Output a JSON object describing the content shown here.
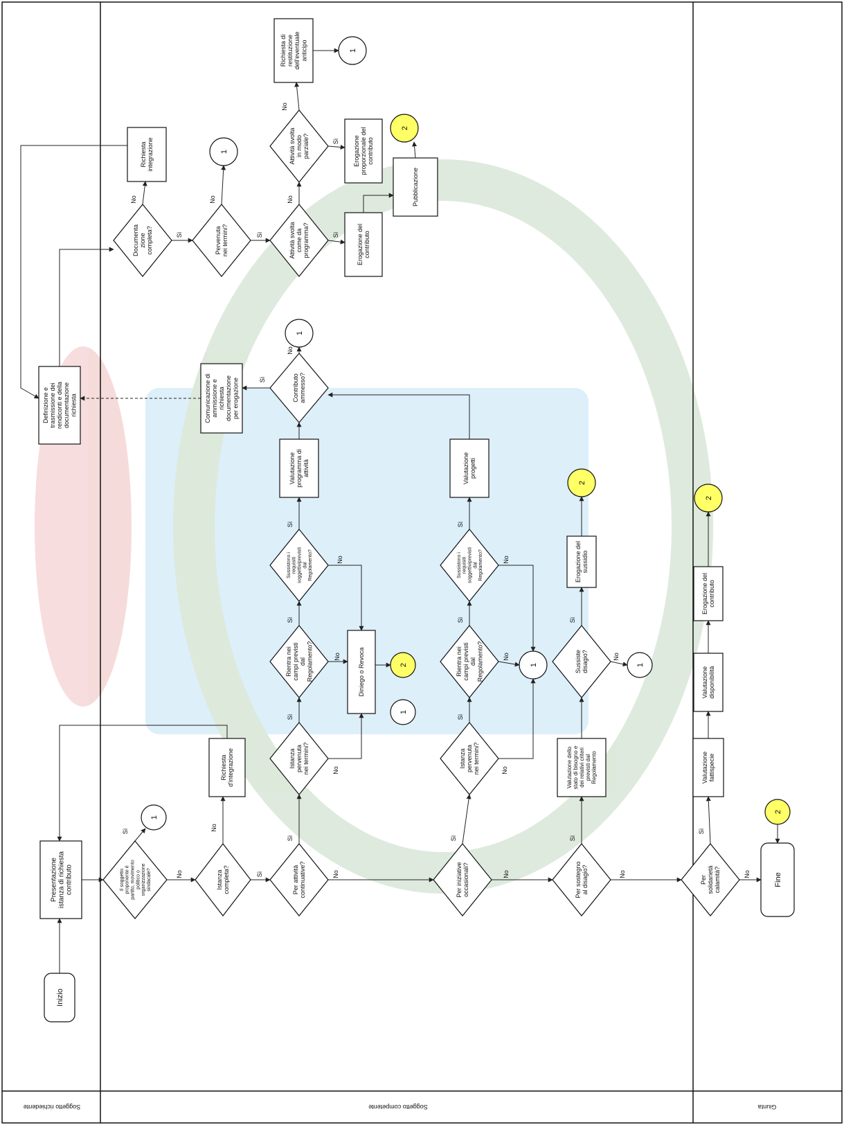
{
  "lanes": {
    "richiedente": "Soggetto richiedente",
    "competente": "Soggetto competente",
    "giunta": "Giunta"
  },
  "labels": {
    "yes": "Sì",
    "no": "No"
  },
  "connectors": {
    "one": "1",
    "two": "2"
  },
  "colors": {
    "highlight_connector": "#ffff66"
  },
  "nodes": {
    "inizio": "Inizio",
    "presentazione": [
      "Presentazione",
      "istanza di richiesta",
      "contributo"
    ],
    "soggetto_partito": [
      "Il soggetto",
      "proponente è",
      "partito, movimento",
      "politico o",
      "organizzazione",
      "sindacale?"
    ],
    "istanza_completa": [
      "Istanza",
      "completa?"
    ],
    "richiesta_integrazione_1": [
      "Richiesta",
      "d'integrazione"
    ],
    "attivita_continuative": [
      "Per attività",
      "continuative?"
    ],
    "istanza_termini_1": [
      "Istanza",
      "pervenuta",
      "nei termini?"
    ],
    "rientra_campi_1": [
      "Rientra nei",
      "campi previsti",
      "dal",
      "Regolamento?"
    ],
    "sussistono_1": [
      "Sussistono i",
      "requisiti",
      "soggettiviprevisti",
      "dal",
      "Regolamento?"
    ],
    "valutazione_programma": [
      "Valutazione",
      "programma di",
      "attività"
    ],
    "diniego": "Diniego o Revoca",
    "contributo_ammesso": [
      "Contributo",
      "ammesso?"
    ],
    "comunicazione": [
      "Comunicazione di",
      "ammissione e",
      "richiesta",
      "documentazione",
      "per erogazione"
    ],
    "definizione": [
      "Definizione e",
      "trasmissione dei",
      "rendiconti e della",
      "documentazione",
      "richiesta"
    ],
    "iniziative_occasionali": [
      "Per iniziative",
      "occasionali?"
    ],
    "istanza_termini_2": [
      "Istanza",
      "pervenuta",
      "nei termini?"
    ],
    "rientra_campi_2": [
      "Rientra nei",
      "campi previsti",
      "dal",
      "Regolamento?"
    ],
    "sussistono_2": [
      "Sussistono i",
      "requisiti",
      "soggettiviprevisti",
      "dal",
      "Regolamento?"
    ],
    "valutazione_progetti": [
      "Valutazione",
      "progetti"
    ],
    "sostegno_disagio": [
      "Per sostegno",
      "al disagio?"
    ],
    "valutazione_stato": [
      "Valutazione dello",
      "stato di bisogno e",
      "dei relativi criteri",
      "previsti dal",
      "Regolamento"
    ],
    "sussiste_disagio": [
      "Sussiste",
      "disagio?"
    ],
    "erogazione_sussidio": [
      "Erogazione del",
      "sussidio"
    ],
    "documentazione_completa": [
      "Documenta",
      "zione",
      "completa?"
    ],
    "richiesta_integrazione_2": [
      "Richiesta",
      "integrazione"
    ],
    "pervenuta_termini": [
      "Pervenuta",
      "nei termini?"
    ],
    "attivita_programma": [
      "Attività svolta",
      "come da",
      "programma?"
    ],
    "attivita_parziale": [
      "Attività svolta",
      "in modo",
      "parziale?"
    ],
    "richiesta_restituzione": [
      "Richiesta di",
      "restituzione",
      "dell'eventuale",
      "anticipo"
    ],
    "erogazione_contributo_1": [
      "Erogazione del",
      "contributo"
    ],
    "erogazione_proporzionale": [
      "Erogazione",
      "proporzionale del",
      "contributo"
    ],
    "pubblicazione": "Pubblicazione",
    "solidarieta": [
      "Per",
      "solidarietà",
      "calamità?"
    ],
    "fine": "Fine",
    "valutazione_fattispecie": [
      "Valutazione",
      "fattispecie"
    ],
    "valutazione_disponibilita": [
      "Valutazione",
      "disponibilità"
    ],
    "erogazione_contributo_2": [
      "Erogazione del",
      "contributo"
    ]
  }
}
